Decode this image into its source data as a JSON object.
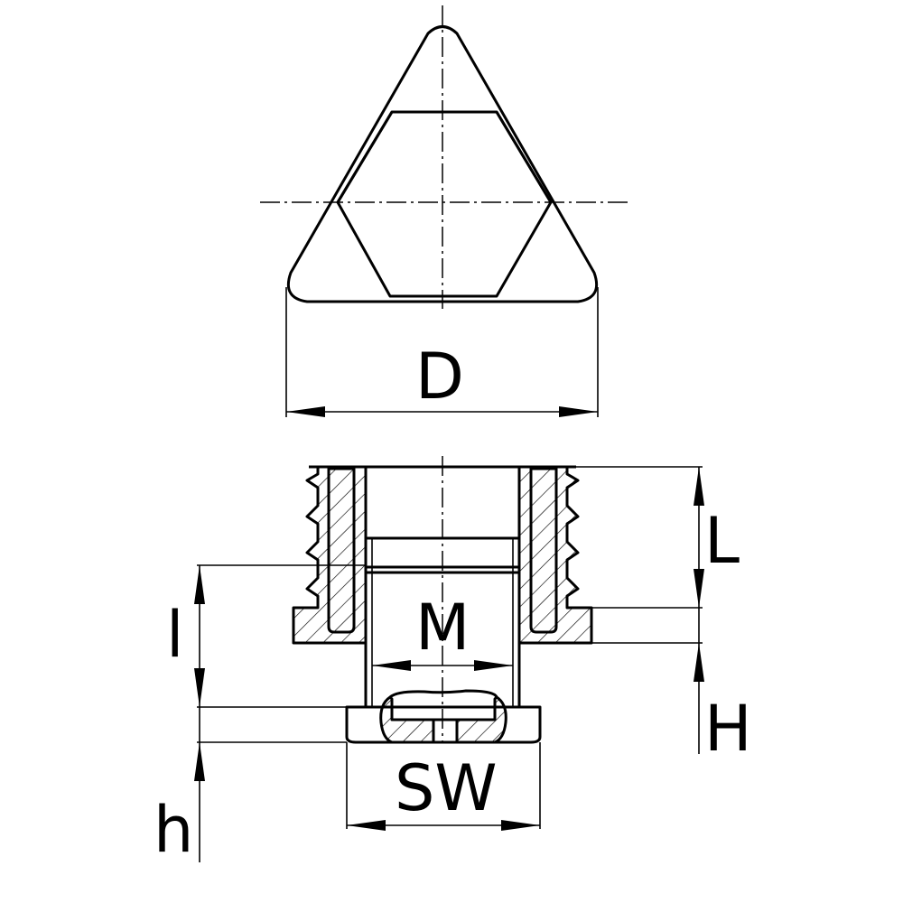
{
  "drawing": {
    "type": "technical drawing - threaded insert with hex socket",
    "top_view": {
      "shape": "rounded triangle with hexagon",
      "dimension_label": "D"
    },
    "side_view": {
      "shape": "section view with ribbed shank, flange and hex nut",
      "dimension_labels": {
        "L": "L",
        "H": "H",
        "l": "l",
        "h": "h",
        "M": "M",
        "SW": "SW"
      }
    },
    "colors": {
      "line": "#000000",
      "background": "#ffffff"
    }
  }
}
